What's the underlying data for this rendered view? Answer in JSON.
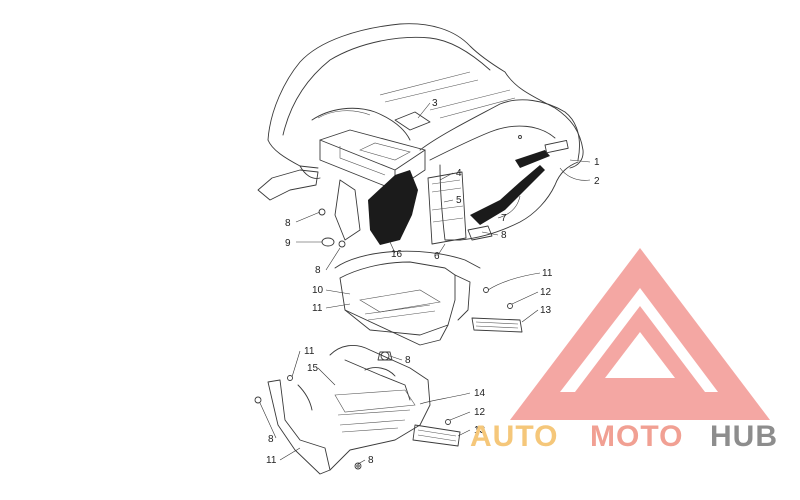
{
  "diagram": {
    "callouts": [
      "1",
      "2",
      "3",
      "4",
      "5",
      "6",
      "7",
      "8",
      "8",
      "8",
      "8",
      "8",
      "8",
      "9",
      "10",
      "11",
      "11",
      "11",
      "11",
      "12",
      "12",
      "13",
      "13",
      "14",
      "15",
      "16"
    ]
  },
  "watermark": {
    "word_auto": "AUTO",
    "word_moto": "MOTO",
    "word_hub": "HUB",
    "colors": {
      "auto": "#f5c77a",
      "moto": "#f1a093",
      "hub": "#8d8d8d",
      "logo": "#f08a84"
    }
  }
}
